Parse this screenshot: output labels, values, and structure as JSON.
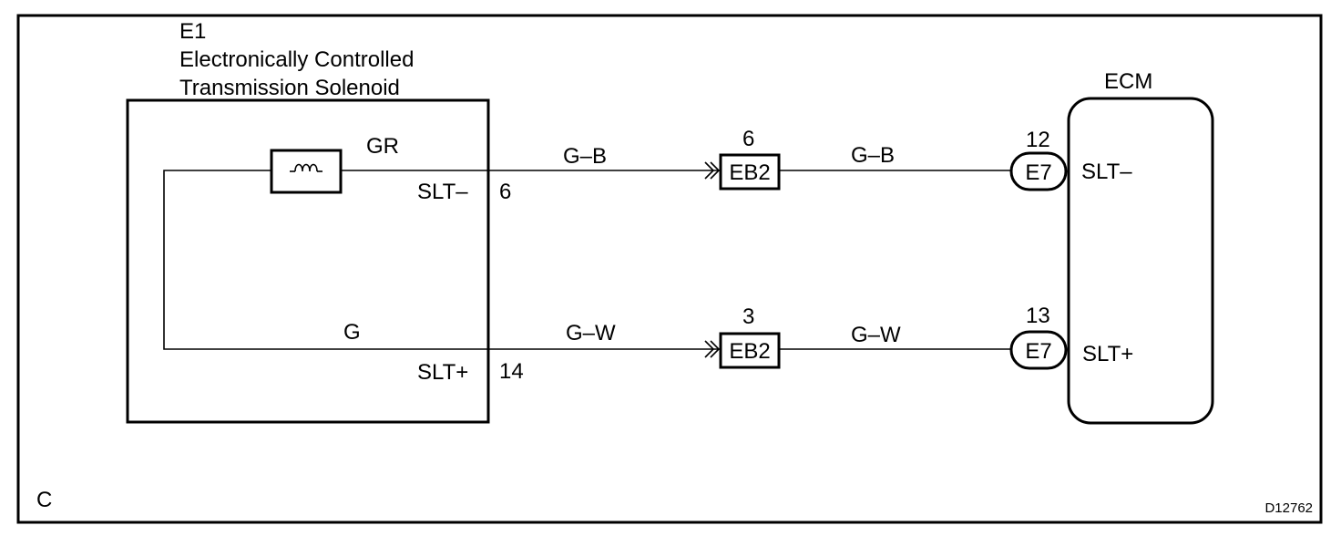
{
  "component": {
    "id": "E1",
    "name_line1": "Electronically Controlled",
    "name_line2": "Transmission Solenoid",
    "wire_upper": "GR",
    "wire_lower": "G",
    "pin_upper_name": "SLT–",
    "pin_upper_num": "6",
    "pin_lower_name": "SLT+",
    "pin_lower_num": "14"
  },
  "junction_upper": {
    "pin": "6",
    "connector": "EB2",
    "wire_left": "G–B",
    "wire_right": "G–B"
  },
  "junction_lower": {
    "pin": "3",
    "connector": "EB2",
    "wire_left": "G–W",
    "wire_right": "G–W"
  },
  "ecm": {
    "title": "ECM",
    "upper": {
      "pin": "12",
      "connector": "E7",
      "terminal": "SLT–"
    },
    "lower": {
      "pin": "13",
      "connector": "E7",
      "terminal": "SLT+"
    }
  },
  "corner_letter": "C",
  "figure_code": "D12762"
}
